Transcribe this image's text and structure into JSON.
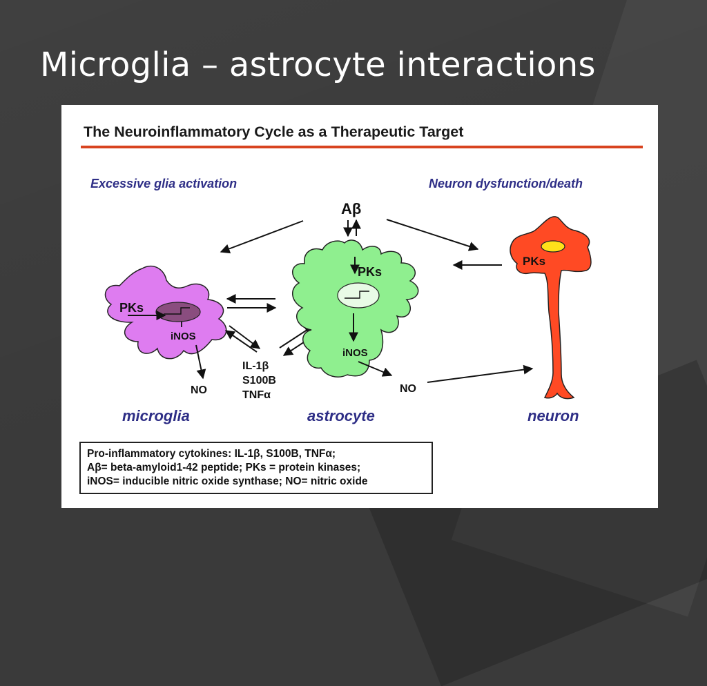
{
  "slide": {
    "title": "Microglia – astrocyte interactions"
  },
  "figure": {
    "title": "The Neuroinflammatory Cycle as a Therapeutic Target",
    "headings": {
      "left": "Excessive glia activation",
      "right": "Neuron dysfunction/death"
    },
    "top_label": "Aβ",
    "microglia": {
      "pks": "PKs",
      "inos": "iNOS",
      "no": "NO",
      "caption": "microglia"
    },
    "astrocyte": {
      "pks": "PKs",
      "inos": "iNOS",
      "no": "NO",
      "caption": "astrocyte"
    },
    "neuron": {
      "pks": "PKs",
      "caption": "neuron"
    },
    "cytokines": [
      "IL-1β",
      "S100B",
      "TNFα"
    ],
    "legend": [
      "Pro-inflammatory cytokines: IL-1β, S100B, TNFα;",
      "Aβ= beta-amyloid1-42 peptide; PKs = protein kinases;",
      "iNOS= inducible nitric oxide synthase; NO= nitric oxide"
    ],
    "colors": {
      "microglia": "#de7cf0",
      "astrocyte": "#8fef8f",
      "neuron": "#ff4a24",
      "title_rule": "#d8431f",
      "italic_labels": "#2e2e86"
    }
  }
}
